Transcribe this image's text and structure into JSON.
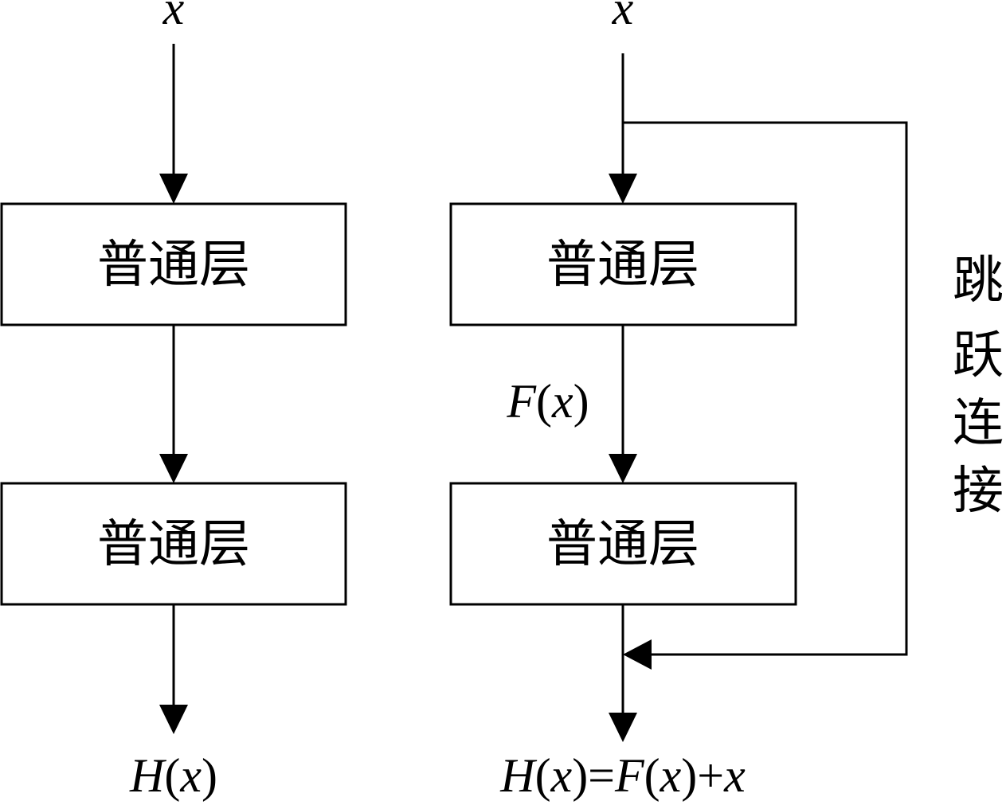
{
  "left": {
    "input_label": "x",
    "layer1_label": "普通层",
    "layer2_label": "普通层",
    "output": {
      "fn": "H",
      "open": "(",
      "var": "x",
      "close": ")"
    }
  },
  "right": {
    "input_label": "x",
    "layer1_label": "普通层",
    "layer2_label": "普通层",
    "intermediate": {
      "fn": "F",
      "open": "(",
      "var": "x",
      "close": ")"
    },
    "output": {
      "h_fn": "H",
      "h_open": "(",
      "h_var": "x",
      "h_close": ")",
      "eq": "=",
      "f_fn": "F",
      "f_open": "(",
      "f_var": "x",
      "f_close": ")",
      "plus": "+",
      "tail_var": "x"
    },
    "skip_connection_chars": [
      "跳",
      "跃",
      "连",
      "接"
    ]
  }
}
